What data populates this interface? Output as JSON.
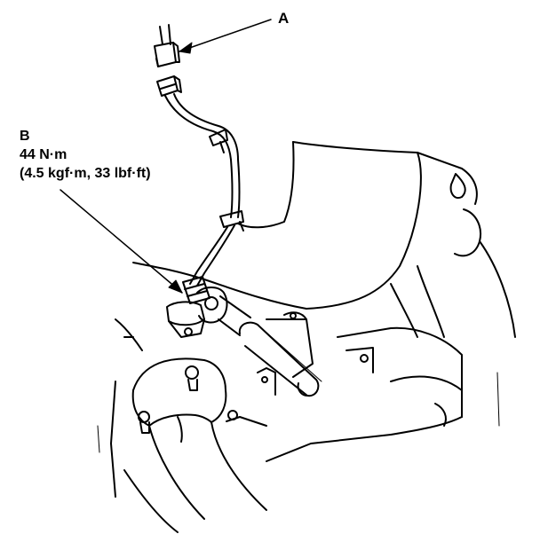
{
  "callouts": {
    "a": "A",
    "b": "B"
  },
  "torque": {
    "metric": "44 N·m",
    "imperial": "(4.5 kgf·m, 33 lbf·ft)"
  }
}
